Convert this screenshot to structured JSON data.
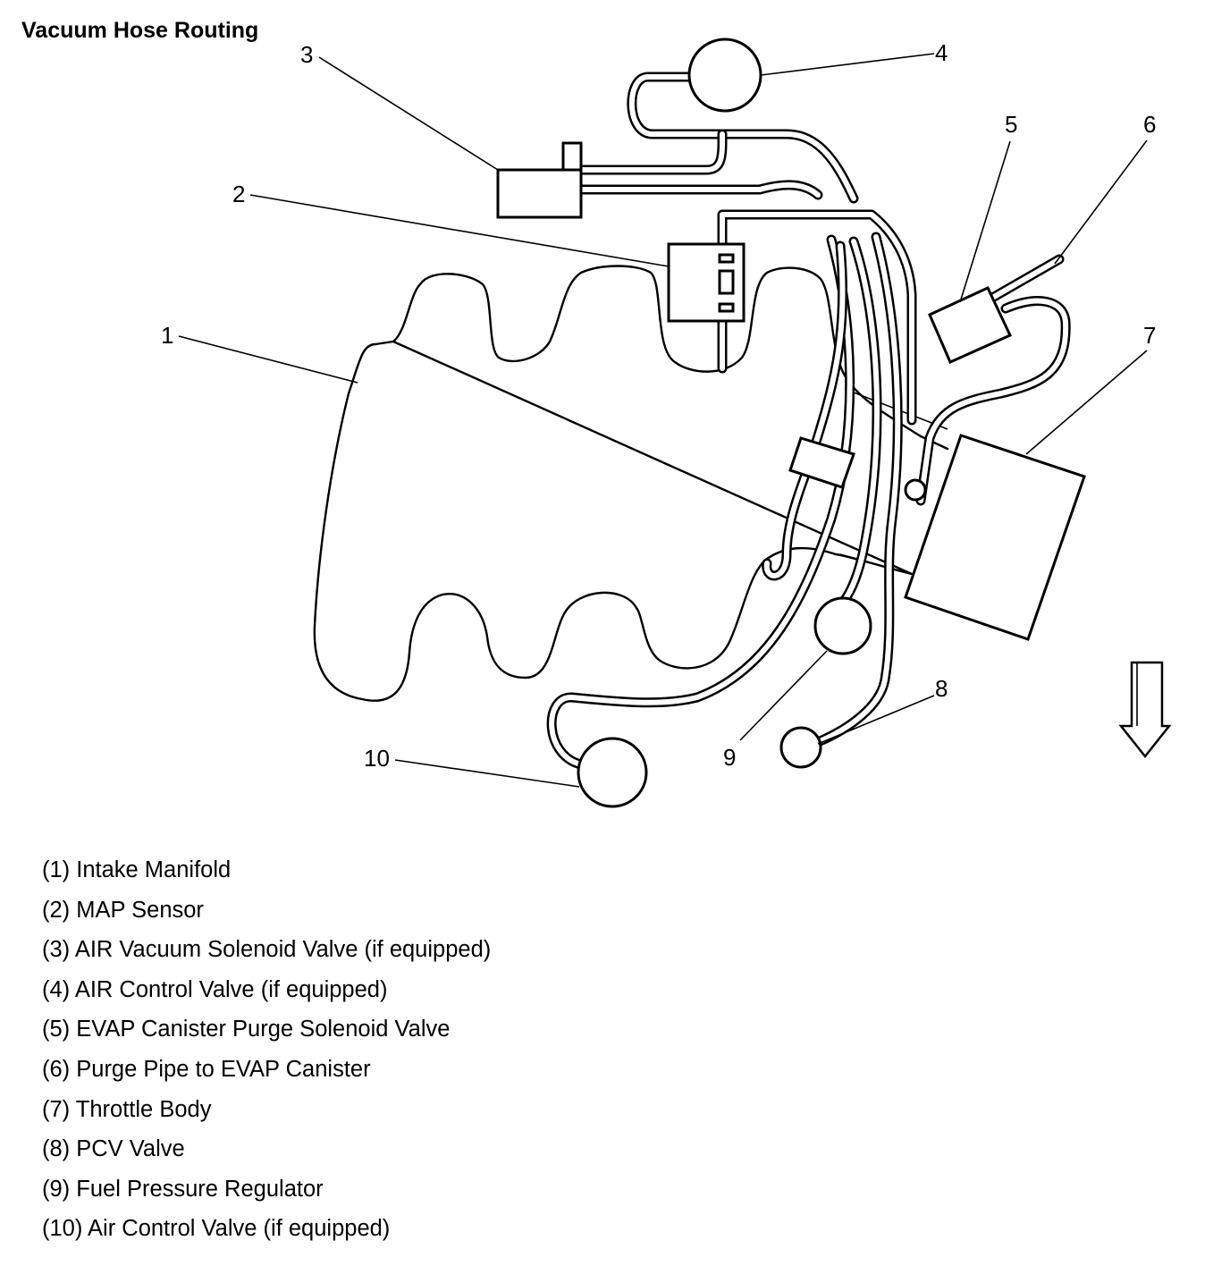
{
  "title": "Vacuum Hose Routing",
  "callouts": [
    "1",
    "2",
    "3",
    "4",
    "5",
    "6",
    "7",
    "8",
    "9",
    "10"
  ],
  "legend": [
    "(1) Intake Manifold",
    "(2) MAP Sensor",
    "(3) AIR Vacuum Solenoid Valve (if equipped)",
    "(4) AIR Control Valve (if equipped)",
    "(5) EVAP Canister Purge Solenoid Valve",
    "(6) Purge Pipe to EVAP Canister",
    "(7) Throttle Body",
    "(8) PCV Valve",
    "(9) Fuel Pressure Regulator",
    "(10) Air Control Valve (if equipped)"
  ],
  "icons": {
    "direction_arrow": "arrow-down-icon"
  }
}
